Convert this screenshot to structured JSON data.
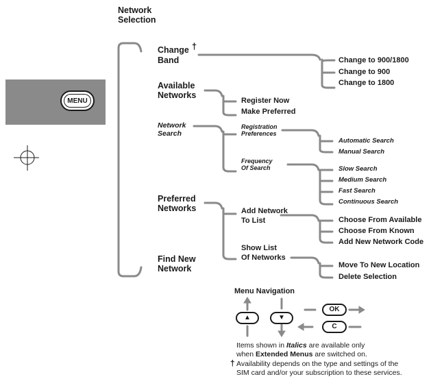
{
  "header": {
    "title_line1": "Network",
    "title_line2": "Selection"
  },
  "menu_button": {
    "label": "MENU"
  },
  "level1": {
    "change_band": {
      "line1": "Change",
      "line2": "Band",
      "dagger": "†"
    },
    "available_networks": {
      "line1": "Available",
      "line2": "Networks"
    },
    "network_search": {
      "line1": "Network",
      "line2": "Search"
    },
    "preferred_networks": {
      "line1": "Preferred",
      "line2": "Networks"
    },
    "find_new_network": {
      "line1": "Find New",
      "line2": "Network"
    }
  },
  "change_band_options": [
    "Change to 900/1800",
    "Change to 900",
    "Change to 1800"
  ],
  "available_networks_options": [
    "Register Now",
    "Make Preferred"
  ],
  "network_search_sub": {
    "registration_preferences": {
      "line1": "Registration",
      "line2": "Preferences"
    },
    "frequency_of_search": {
      "line1": "Frequency",
      "line2": "Of Search"
    }
  },
  "registration_options": [
    "Automatic Search",
    "Manual Search"
  ],
  "frequency_options": [
    "Slow Search",
    "Medium Search",
    "Fast Search",
    "Continuous Search"
  ],
  "preferred_networks_sub": {
    "add_network": {
      "line1": "Add Network",
      "line2": "To List"
    },
    "show_list": {
      "line1": "Show List",
      "line2": "Of Networks"
    }
  },
  "add_network_options": [
    "Choose From Available",
    "Choose From Known",
    "Add New Network Code"
  ],
  "show_list_options": [
    "Move To New Location",
    "Delete Selection"
  ],
  "navigation": {
    "title": "Menu Navigation",
    "up_key": "▲",
    "down_key": "▼",
    "ok_key": "OK",
    "c_key": "C"
  },
  "footnotes": {
    "italics_pre": "Items shown in ",
    "italics_word": "Italics",
    "italics_post": " are available only",
    "extended_pre": "when ",
    "extended_word": "Extended Menus",
    "extended_post": " are switched on.",
    "dagger": "†",
    "availability_line1": "Availability depends on the type and settings of the",
    "availability_line2": "SIM card and/or your subscription to these services."
  },
  "colors": {
    "bracket": "#8a8a8a",
    "panel": "#8a8a8a",
    "text": "#1a1a1a"
  }
}
